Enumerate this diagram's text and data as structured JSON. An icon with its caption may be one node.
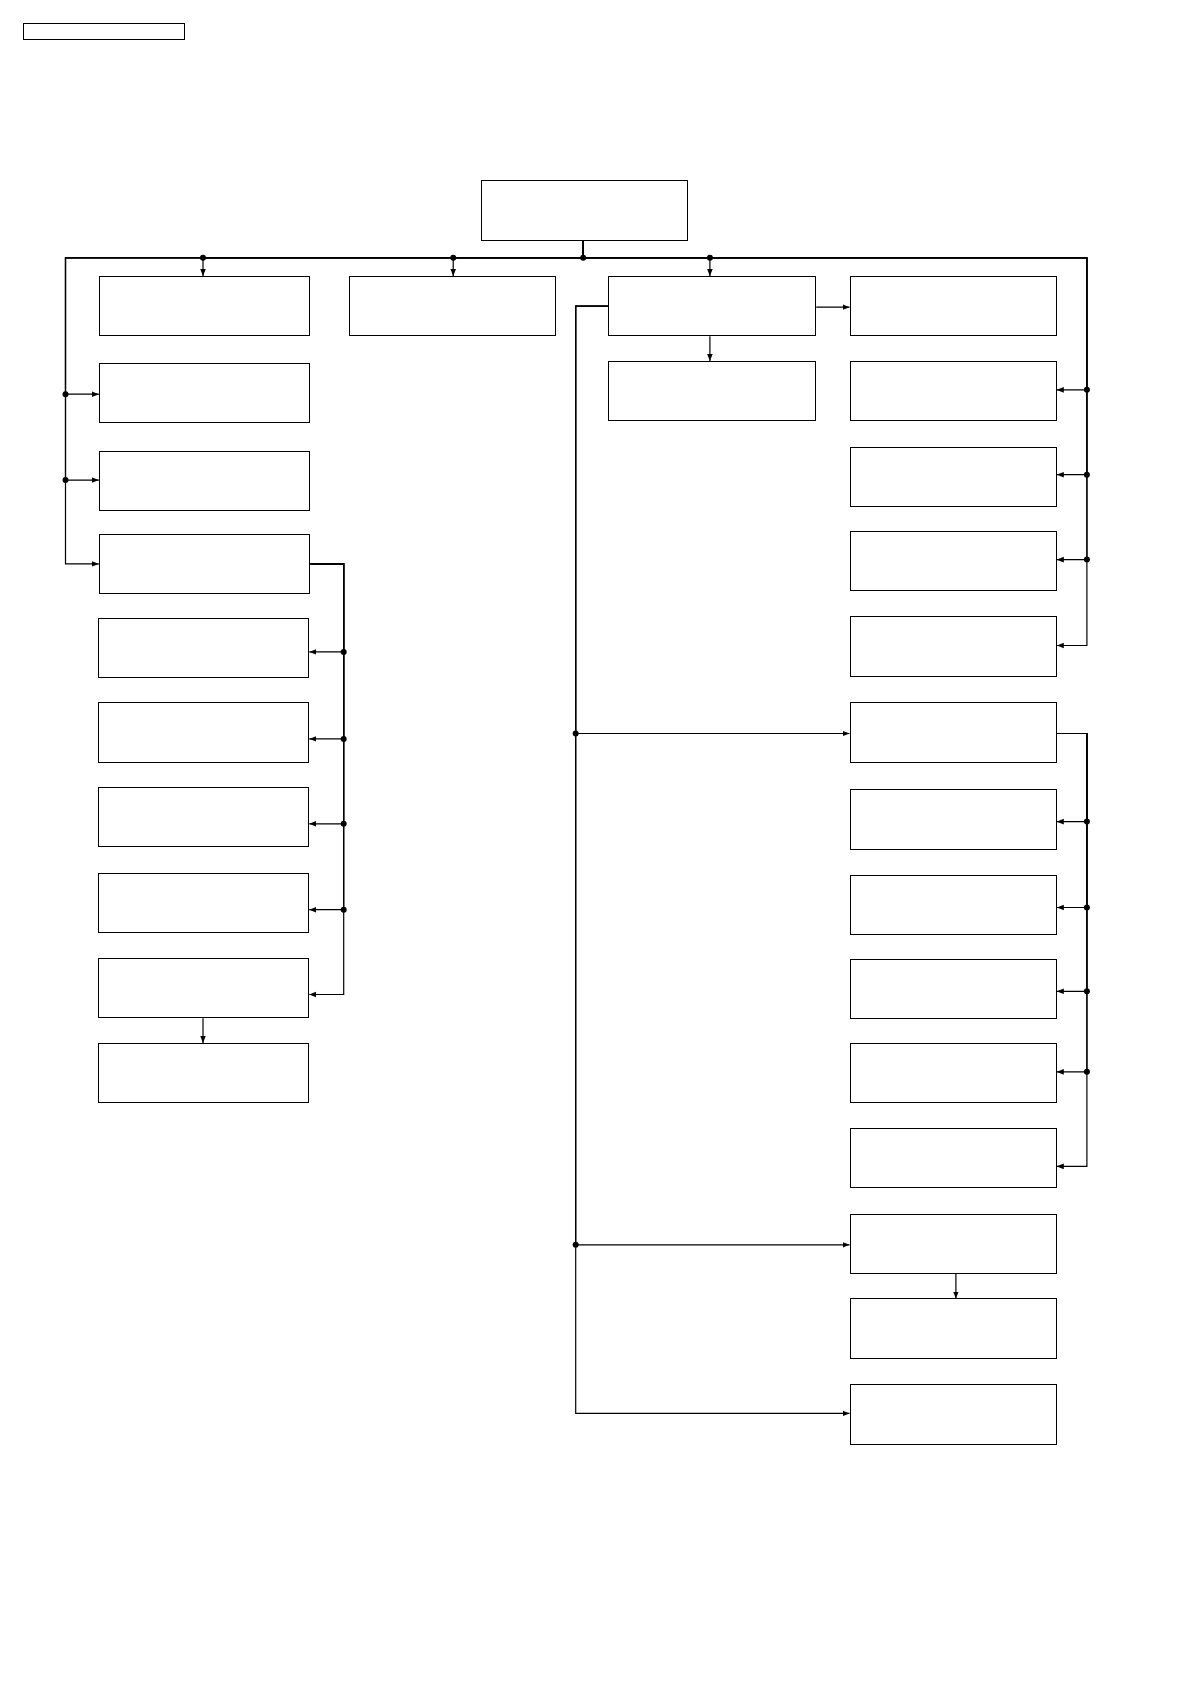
{
  "diagram": {
    "nodes": [
      {
        "text": [],
        "shape": "box"
      },
      {
        "text": [],
        "shape": "box"
      },
      {
        "text": [],
        "shape": "box"
      },
      {
        "text": [],
        "shape": "box"
      },
      {
        "text": [],
        "shape": "box"
      },
      {
        "text": [],
        "shape": "box"
      },
      {
        "text": [],
        "shape": "box"
      },
      {
        "text": [],
        "shape": "box"
      },
      {
        "text": [],
        "shape": "box"
      },
      {
        "text": [],
        "shape": "box"
      },
      {
        "text": [],
        "shape": "box"
      },
      {
        "text": [],
        "shape": "box"
      },
      {
        "text": [],
        "shape": "box"
      },
      {
        "text": [],
        "shape": "box"
      },
      {
        "text": [],
        "shape": "box"
      },
      {
        "text": [],
        "shape": "box"
      },
      {
        "text": [],
        "shape": "box"
      },
      {
        "text": [],
        "shape": "box"
      },
      {
        "text": [],
        "shape": "box"
      },
      {
        "text": [],
        "shape": "box"
      },
      {
        "text": [],
        "shape": "box"
      },
      {
        "text": [],
        "shape": "box"
      },
      {
        "text": [],
        "shape": "box"
      },
      {
        "text": [],
        "shape": "box"
      },
      {
        "text": [],
        "shape": "box"
      },
      {
        "text": [],
        "shape": "box"
      },
      {
        "text": [],
        "shape": "box"
      },
      {
        "text": [],
        "shape": "box"
      },
      {
        "text": [],
        "shape": "box"
      }
    ],
    "edges": [
      {
        "from": 1,
        "to": 2,
        "arrow": "to"
      },
      {
        "from": 1,
        "to": 12,
        "arrow": "to"
      },
      {
        "from": 1,
        "to": 13,
        "arrow": "to"
      },
      {
        "from": 1,
        "to": 3,
        "arrow": "to"
      },
      {
        "from": 1,
        "to": 4,
        "arrow": "to"
      },
      {
        "from": 1,
        "to": 5,
        "arrow": "to"
      },
      {
        "from": 1,
        "to": 16,
        "arrow": "to"
      },
      {
        "from": 1,
        "to": 17,
        "arrow": "to"
      },
      {
        "from": 1,
        "to": 18,
        "arrow": "to"
      },
      {
        "from": 1,
        "to": 19,
        "arrow": "to"
      },
      {
        "from": 13,
        "to": 15,
        "arrow": "to"
      },
      {
        "from": 13,
        "to": 14,
        "arrow": "to"
      },
      {
        "from": 13,
        "to": 20,
        "arrow": "to"
      },
      {
        "from": 13,
        "to": 26,
        "arrow": "to"
      },
      {
        "from": 13,
        "to": 28,
        "arrow": "to"
      },
      {
        "from": 5,
        "to": 6,
        "arrow": "to"
      },
      {
        "from": 5,
        "to": 7,
        "arrow": "to"
      },
      {
        "from": 5,
        "to": 8,
        "arrow": "to"
      },
      {
        "from": 5,
        "to": 9,
        "arrow": "to"
      },
      {
        "from": 5,
        "to": 10,
        "arrow": "to"
      },
      {
        "from": 10,
        "to": 11,
        "arrow": "to"
      },
      {
        "from": 20,
        "to": 21,
        "arrow": "to"
      },
      {
        "from": 20,
        "to": 22,
        "arrow": "to"
      },
      {
        "from": 20,
        "to": 23,
        "arrow": "to"
      },
      {
        "from": 20,
        "to": 24,
        "arrow": "to"
      },
      {
        "from": 20,
        "to": 25,
        "arrow": "to"
      },
      {
        "from": 26,
        "to": 27,
        "arrow": "to"
      }
    ]
  }
}
